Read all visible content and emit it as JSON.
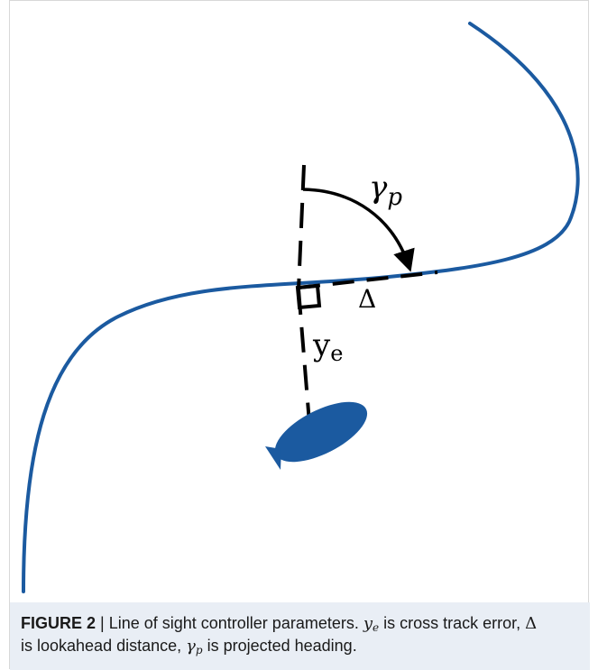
{
  "diagram": {
    "labels": {
      "gamma_symbol": "γ",
      "gamma_sub": "p",
      "delta": "Δ",
      "ye_symbol": "y",
      "ye_sub": "e"
    },
    "colors": {
      "path": "#1b5aa0",
      "vehicle": "#1b5aa0",
      "lines": "#000000"
    },
    "icons": {
      "vehicle": "fish-vehicle-icon"
    }
  },
  "caption": {
    "label": "FIGURE 2",
    "separator": " | ",
    "t1": "Line of sight controller parameters. ",
    "ye_symbol": "y",
    "ye_sub": "e",
    "t2": " is cross track error, ",
    "delta": "Δ",
    "t3": " is lookahead distance, ",
    "gamma_symbol": "γ",
    "gamma_sub": "p",
    "t4": " is projected heading."
  }
}
